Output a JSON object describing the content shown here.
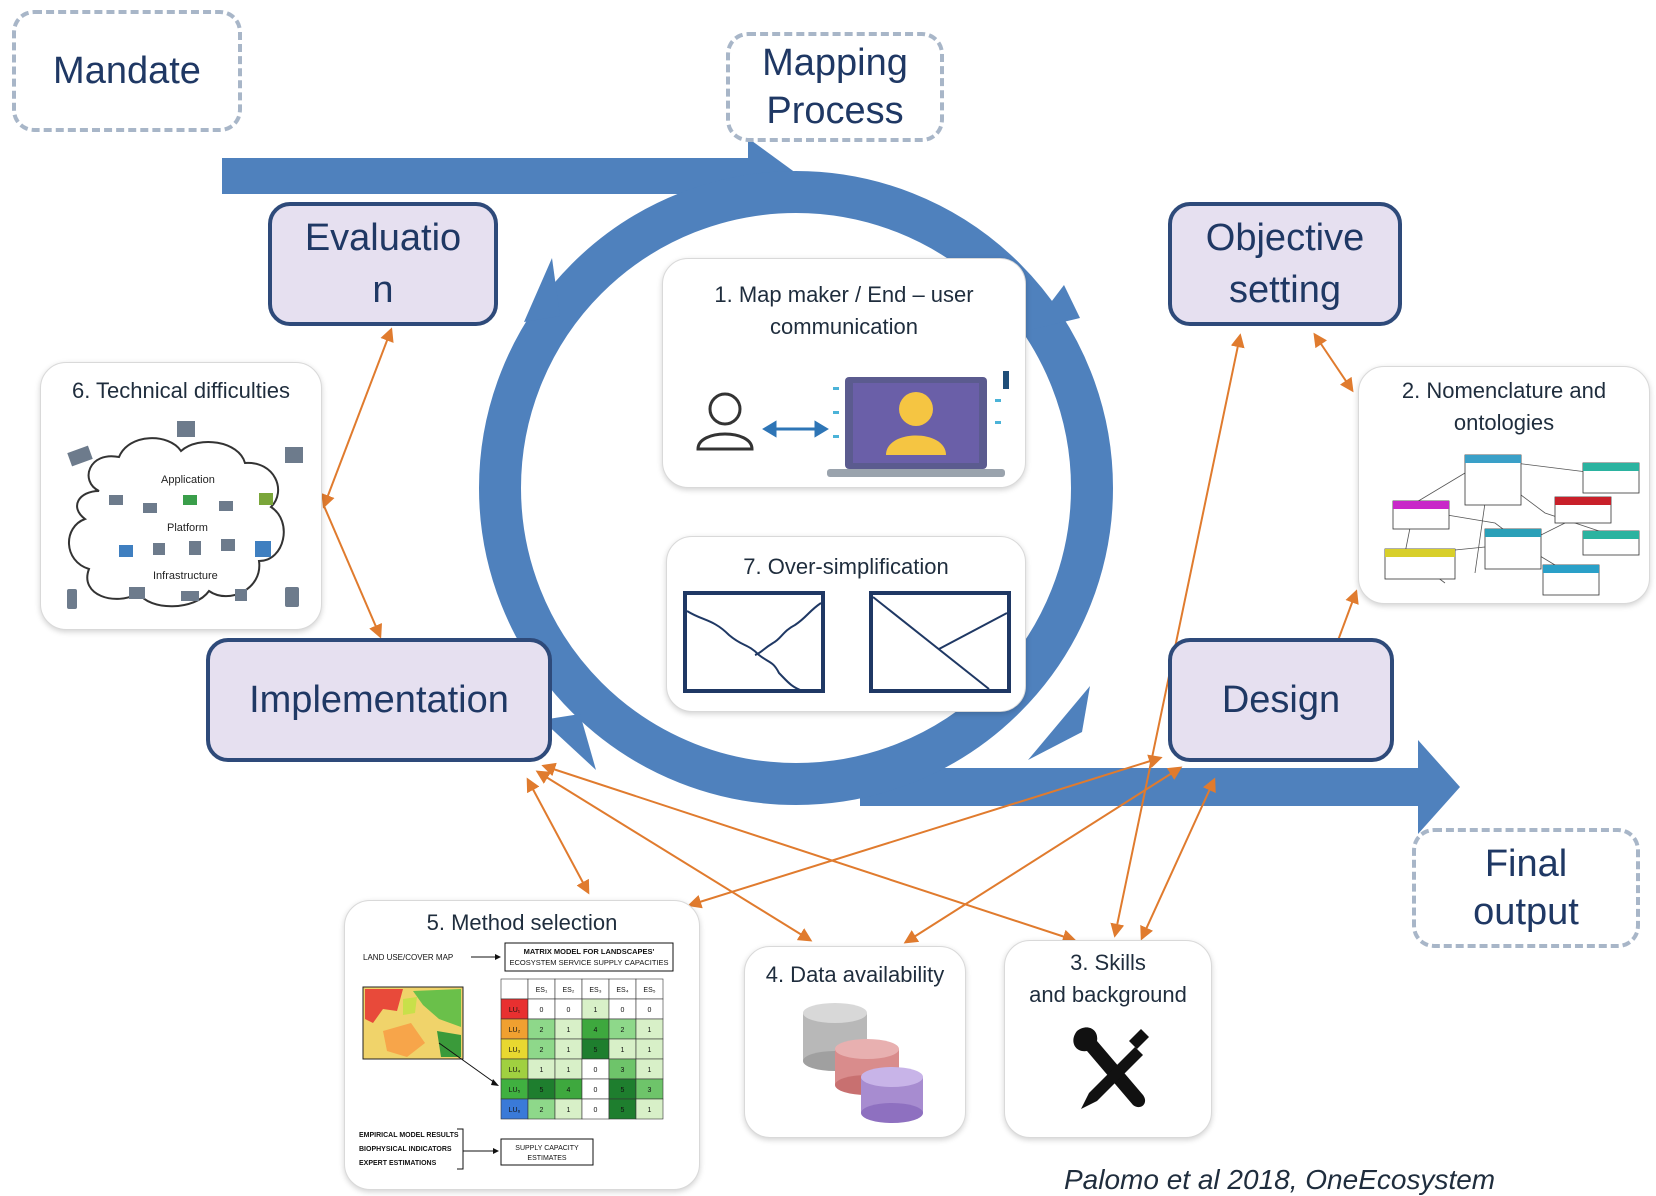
{
  "phases": {
    "mandate": "Mandate",
    "mapping_process": [
      "Mapping",
      "Process"
    ],
    "final_output": [
      "Final",
      "output"
    ]
  },
  "stages": {
    "evaluation": [
      "Evaluatio",
      "n"
    ],
    "objective_setting": [
      "Objective",
      "setting"
    ],
    "implementation": "Implementation",
    "design": "Design"
  },
  "challenges": {
    "c1": [
      "1. Map maker / End – user",
      "communication"
    ],
    "c2": [
      "2. Nomenclature and",
      "ontologies"
    ],
    "c3": [
      "3. Skills",
      "and background"
    ],
    "c4": "4. Data availability",
    "c5": "5. Method selection",
    "c6": "6. Technical difficulties",
    "c7": "7.  Over-simplification"
  },
  "cloud_labels": {
    "application": "Application",
    "platform": "Platform",
    "infrastructure": "Infrastructure"
  },
  "method_figure": {
    "land_use_label": "LAND USE/COVER MAP",
    "matrix_title": [
      "MATRIX MODEL FOR LANDSCAPES'",
      "ECOSYSTEM SERVICE SUPPLY CAPACITIES"
    ],
    "matrix_cols": [
      "ES₁",
      "ES₂",
      "ES₃",
      "ES₄",
      "ES₅"
    ],
    "matrix_rows": [
      "LU₁",
      "LU₂",
      "LU₃",
      "LU₄",
      "LU₅",
      "LU₆"
    ],
    "matrix_values": [
      [
        0,
        0,
        1,
        0,
        0
      ],
      [
        2,
        1,
        4,
        2,
        1
      ],
      [
        2,
        1,
        5,
        1,
        1
      ],
      [
        1,
        1,
        0,
        3,
        1
      ],
      [
        5,
        4,
        0,
        5,
        3
      ],
      [
        2,
        1,
        0,
        5,
        1
      ]
    ],
    "inputs": [
      "EMPIRICAL MODEL RESULTS",
      "BIOPHYSICAL INDICATORS",
      "EXPERT ESTIMATIONS"
    ],
    "output_label": [
      "SUPPLY CAPACITY",
      "ESTIMATES"
    ]
  },
  "citation": "Palomo et al 2018, OneEcosystem",
  "colors": {
    "flow_blue": "#4f81bd",
    "stage_fill": "#e6e0f0",
    "stage_border": "#2e4a7a",
    "link_orange": "#e07b2e",
    "text_navy": "#1f3864"
  }
}
